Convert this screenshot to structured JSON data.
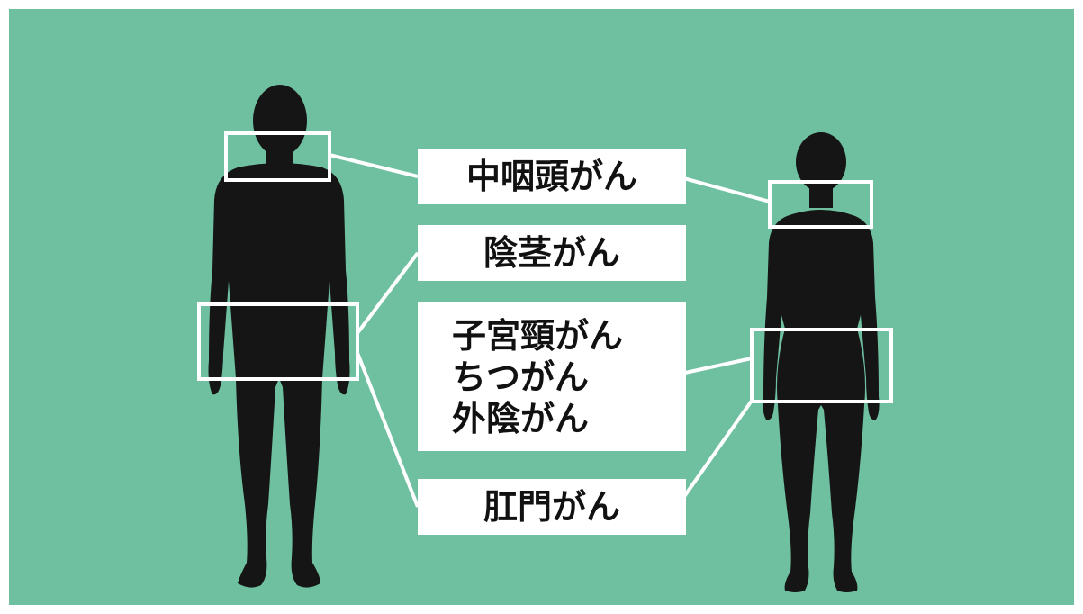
{
  "colors": {
    "background": "#6fc0a0",
    "silhouette": "#151515",
    "box_outline": "#ffffff",
    "label_background": "#ffffff",
    "label_text": "#111111"
  },
  "labels": {
    "oropharynx": "中咽頭がん",
    "penis": "陰茎がん",
    "female_group": [
      "子宮頸がん",
      "ちつがん",
      "外陰がん"
    ],
    "anus": "肛門がん"
  }
}
